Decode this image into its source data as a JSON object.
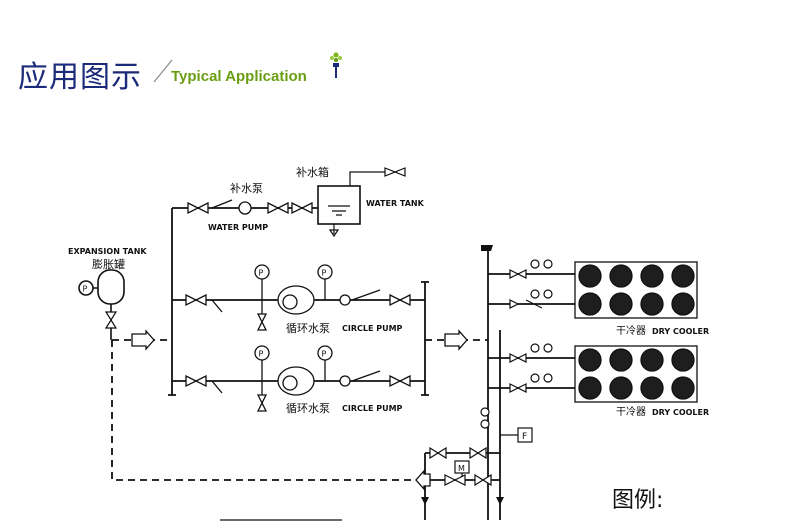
{
  "header": {
    "title_cn": "应用图示",
    "title_en": "Typical Application"
  },
  "diagram": {
    "labels": {
      "makeup_pump_cn": "补水泵",
      "water_pump": "WATER PUMP",
      "makeup_tank_cn": "补水箱",
      "water_tank": "WATER TANK",
      "expansion_tank": "EXPANSION TANK",
      "expansion_tank_cn": "膨胀罐",
      "circle_pump_cn_1": "循环水泵",
      "circle_pump_1": "CIRCLE PUMP",
      "circle_pump_cn_2": "循环水泵",
      "circle_pump_2": "CIRCLE PUMP",
      "dry_cooler_cn_1": "干冷器",
      "dry_cooler_1": "DRY COOLER",
      "dry_cooler_cn_2": "干冷器",
      "dry_cooler_2": "DRY COOLER",
      "gauge_p": "P",
      "flow_f": "F",
      "motor_m": "M"
    },
    "legend_title": "图例:"
  },
  "colors": {
    "title_blue": "#1c2a7a",
    "title_green": "#6a9e12",
    "line": "#111111"
  }
}
